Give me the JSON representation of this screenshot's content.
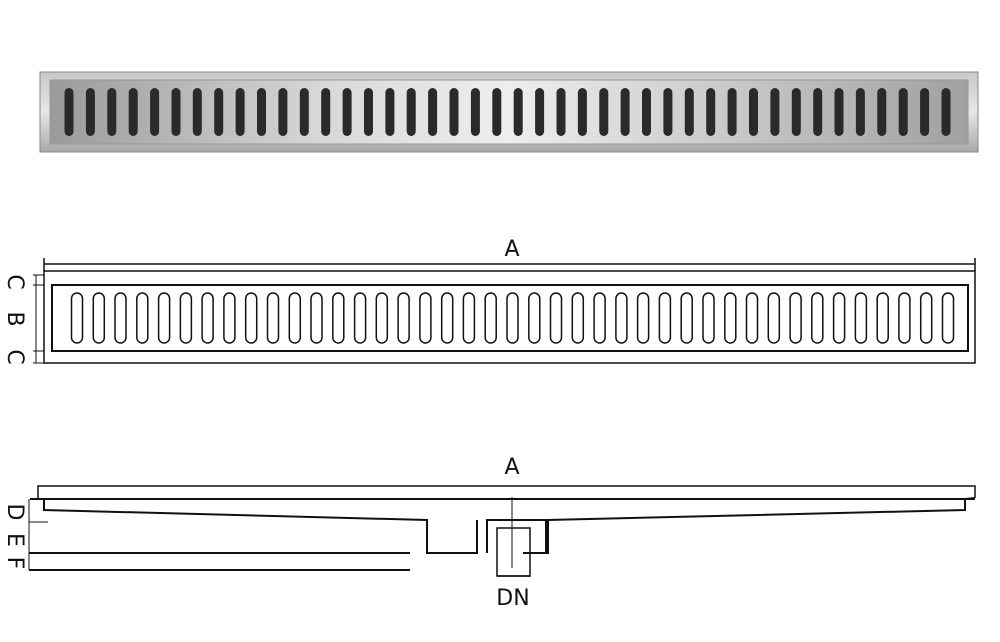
{
  "title_labels": {
    "plan_length": "A",
    "plan_width_edge_top": "C",
    "plan_width_grate": "B",
    "plan_width_edge_bottom": "C",
    "side_length": "A",
    "side_depth_d": "D",
    "side_depth_e": "E",
    "side_depth_f": "F",
    "outlet_diameter": "DN"
  },
  "grate": {
    "photo_slot_count": 42,
    "plan_slot_count": 41
  },
  "colors": {
    "steel_light": "#d9d9d9",
    "steel_dark": "#8a8a8a",
    "slot": "#2a2a2a",
    "line": "#111111"
  }
}
